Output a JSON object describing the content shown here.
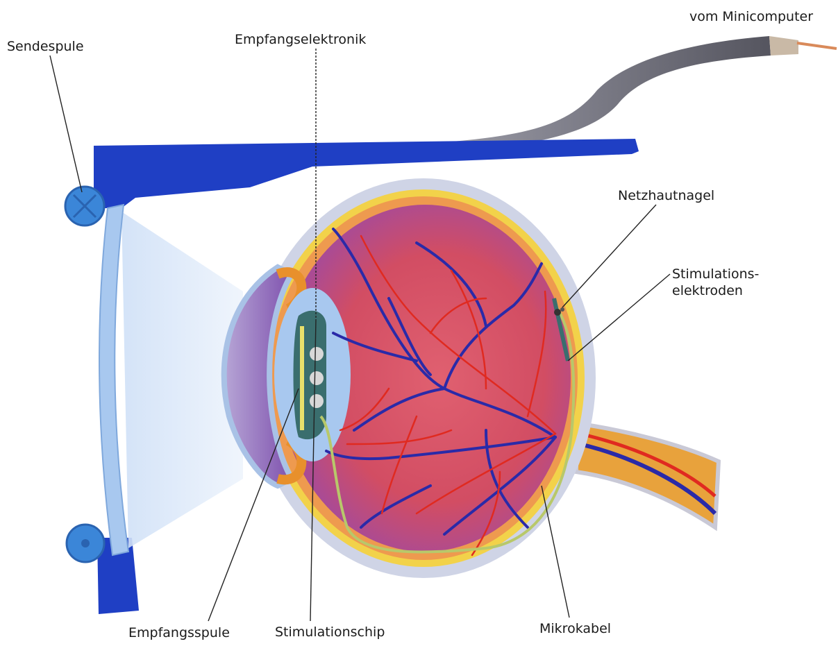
{
  "labels": {
    "sendespule": "Sendespule",
    "empfangselektronik": "Empfangselektronik",
    "vom_minicomputer": "vom Minicomputer",
    "netzhautnagel": "Netzhautnagel",
    "stimulationselektroden_line1": "Stimulations-",
    "stimulationselektroden_line2": "elektroden",
    "empfangsspule": "Empfangsspule",
    "stimulationschip": "Stimulationschip",
    "mikrokabel": "Mikrokabel"
  },
  "colors": {
    "frame_blue": "#1f3fc4",
    "coil_blue": "#3b86d8",
    "lens_blue": "#a8c8ef",
    "eye_red": "#d9525e",
    "eye_purple": "#8a4fb0",
    "vein_blue": "#2a2aa8",
    "artery_red": "#e02a20",
    "sclera": "#cfd4e6",
    "retina_yellow": "#f2d24a",
    "nerve_orange": "#e8a23c",
    "cable_gray": "#6c6c78"
  }
}
